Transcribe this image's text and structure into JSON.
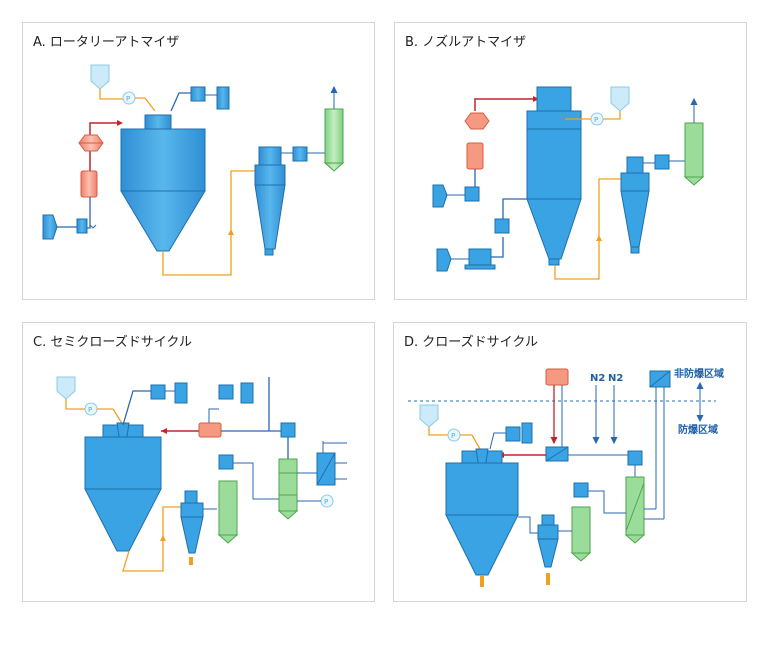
{
  "panels": [
    {
      "title": "A. ロータリーアトマイザ"
    },
    {
      "title": "B. ノズルアトマイザ"
    },
    {
      "title": "C. セミクローズドサイクル"
    },
    {
      "title": "D. クローズドサイクル"
    }
  ],
  "labels": {
    "pump": "P",
    "n2": "N2",
    "non_explosion_zone": "非防爆区域",
    "explosion_zone": "防爆区域"
  },
  "colors": {
    "vessel": "#3aa3e3",
    "vessel_edge": "#1f6fae",
    "heater": "#f59a80",
    "scrubber": "#9bdc9a",
    "tank": "#cdeaf8",
    "hot_air": "#c0272d",
    "product": "#f0a020",
    "air": "#2b67b0",
    "feed": "#f0a020"
  }
}
